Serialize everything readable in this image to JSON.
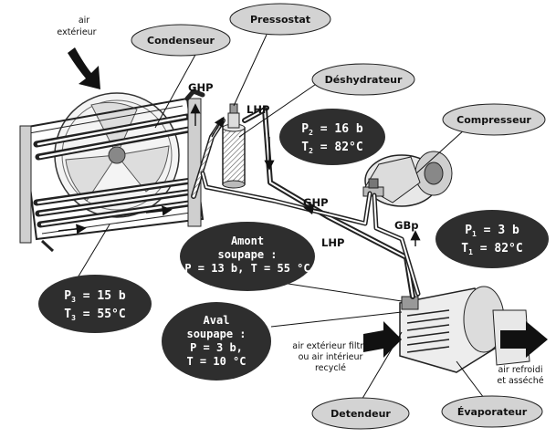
{
  "labels": {
    "condenseur": "Condenseur",
    "pressostat": "Pressostat",
    "deshydrateur": "Déshydrateur",
    "compresseur": "Compresseur",
    "detendeur": "Detendeur",
    "evaporateur": "Évaporateur"
  },
  "outside_air": {
    "line1": "air",
    "line2": "extérieur"
  },
  "inlet_air": {
    "line1": "air extérieur filtré",
    "line2": "ou air intérieur",
    "line3": "recyclé"
  },
  "outlet_air": {
    "line1": "air refroidi",
    "line2": "et asséché"
  },
  "pipes": {
    "ghp_top": "GHP",
    "lhp_top": "LHP",
    "ghp_mid": "GHP",
    "gbp": "GBp",
    "lhp_mid": "LHP"
  },
  "states": {
    "condenser_outlet": {
      "p_sym": "P",
      "p_sub": "2",
      "p_val": " = 16 b",
      "t_sym": "T",
      "t_sub": "2",
      "t_val": " = 82°C"
    },
    "compressor_inlet": {
      "p_sym": "P",
      "p_sub": "1",
      "p_val": " = 3 b",
      "t_sym": "T",
      "t_sub": "1",
      "t_val": " = 82°C"
    },
    "condenser_out2": {
      "p_sym": "P",
      "p_sub": "3",
      "p_val": " = 15 b",
      "t_sym": "T",
      "t_sub": "3",
      "t_val": " = 55°C"
    },
    "amont": {
      "line1": "Amont",
      "line2": "soupape :",
      "line3": "P = 13 b, T = 55 °C"
    },
    "aval": {
      "line1": "Aval",
      "line2": "soupape :",
      "line3": "P = 3 b,",
      "line4": "T = 10 °C"
    }
  }
}
